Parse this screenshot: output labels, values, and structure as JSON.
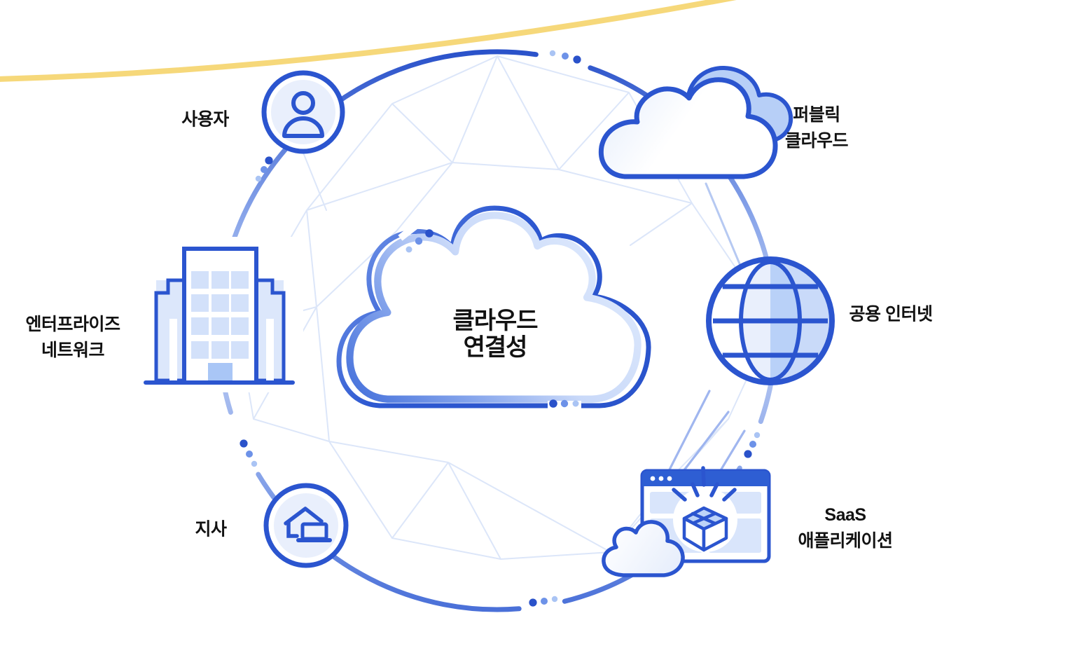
{
  "diagram": {
    "center": {
      "id": "cloud-connectivity",
      "line1": "클라우드",
      "line2": "연결성",
      "icon": "center-cloud-icon"
    },
    "nodes": [
      {
        "id": "user",
        "label": "사용자",
        "icon": "user-icon"
      },
      {
        "id": "public-cloud",
        "line1": "퍼블릭",
        "line2": "클라우드",
        "icon": "public-cloud-icon"
      },
      {
        "id": "enterprise-network",
        "line1": "엔터프라이즈",
        "line2": "네트워크",
        "icon": "building-icon"
      },
      {
        "id": "public-internet",
        "label": "공용 인터넷",
        "icon": "globe-icon"
      },
      {
        "id": "branch",
        "label": "지사",
        "icon": "branch-home-icon"
      },
      {
        "id": "saas",
        "line1": "SaaS",
        "line2": "애플리케이션",
        "icon": "saas-window-icon"
      }
    ],
    "decorations": [
      {
        "id": "network-sphere",
        "icon": "mesh-sphere"
      },
      {
        "id": "yellow-arc",
        "icon": "yellow-arc-line"
      }
    ]
  },
  "colors": {
    "primary_blue": "#2b55cf",
    "medium_blue": "#6d92e8",
    "light_blue_fill": "#b7cff7",
    "pale_blue_fill": "#dce7fb",
    "mesh_line": "#dce6f9",
    "yellow_line": "#f6d87a",
    "text": "#121212"
  }
}
